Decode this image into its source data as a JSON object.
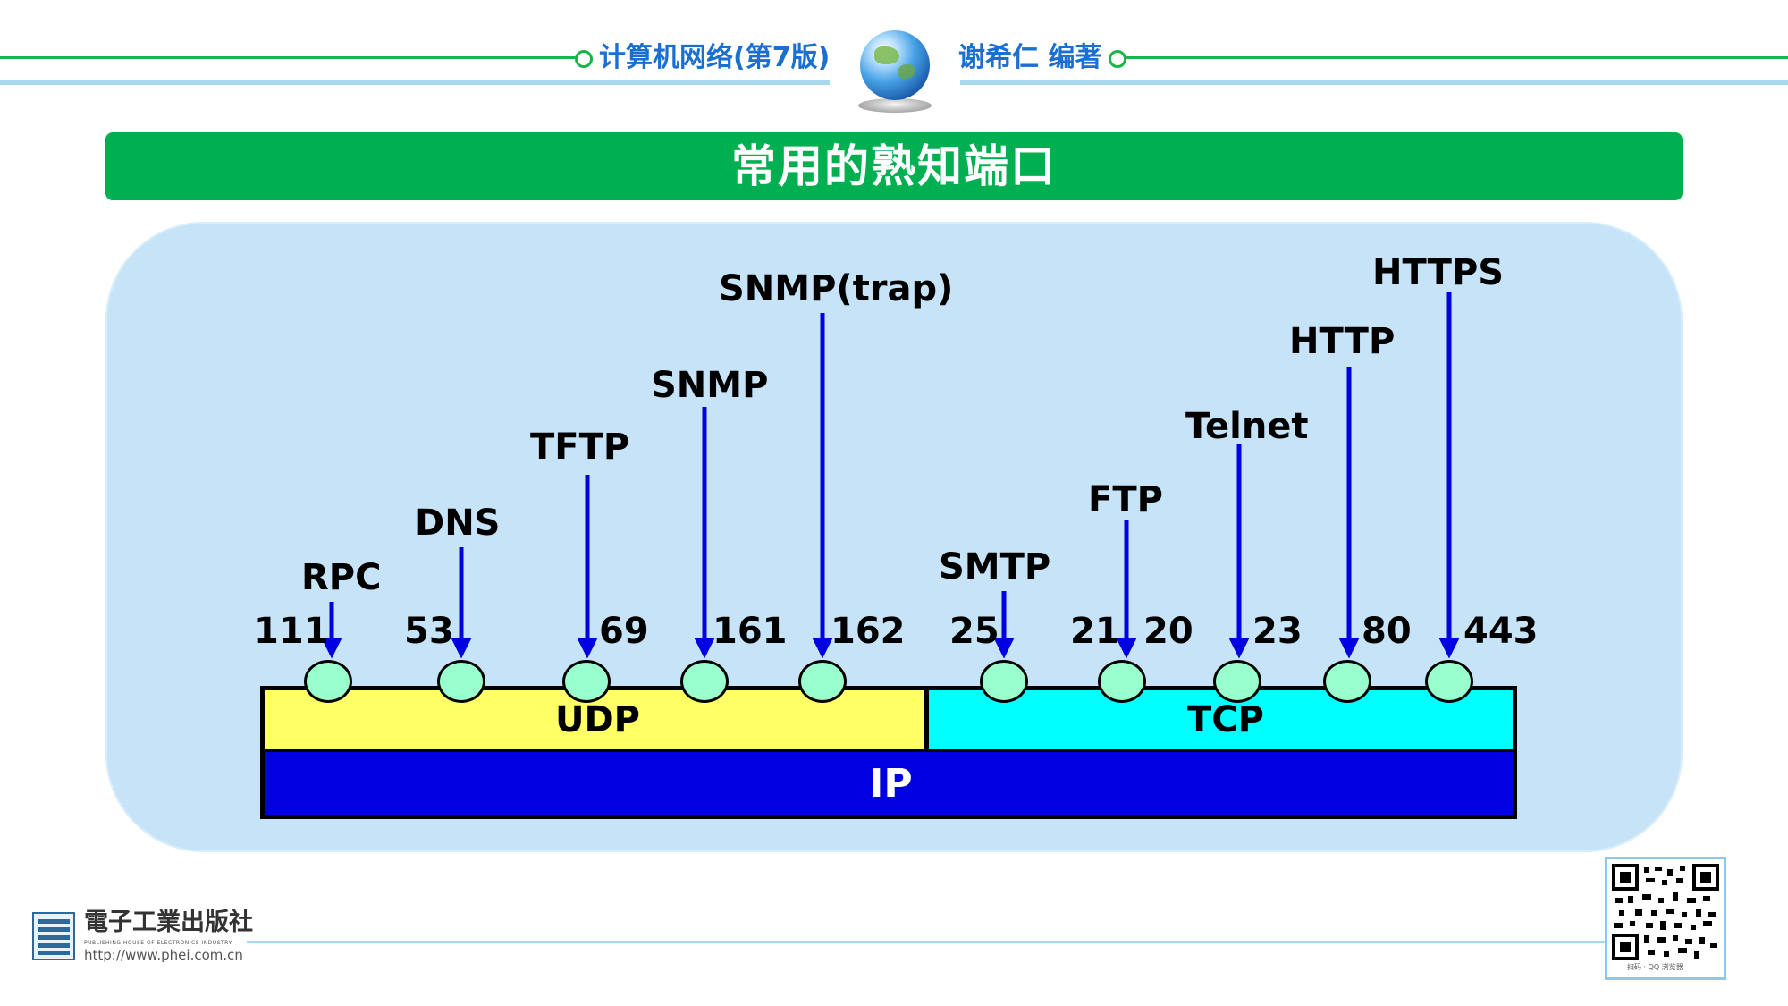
{
  "header": {
    "book_title": "计算机网络(第7版)",
    "author": "谢希仁 编著"
  },
  "title": "常用的熟知端口",
  "diagram": {
    "layers": {
      "udp": "UDP",
      "tcp": "TCP",
      "ip": "IP"
    },
    "udp_ports": [
      {
        "protocol": "RPC",
        "port": "111"
      },
      {
        "protocol": "DNS",
        "port": "53"
      },
      {
        "protocol": "TFTP",
        "port": "69"
      },
      {
        "protocol": "SNMP",
        "port": "161"
      },
      {
        "protocol": "SNMP(trap)",
        "port": "162"
      }
    ],
    "tcp_ports": [
      {
        "protocol": "SMTP",
        "port": "25"
      },
      {
        "protocol": "FTP",
        "port": "21",
        "extra_port": "20"
      },
      {
        "protocol": "Telnet",
        "port": "23"
      },
      {
        "protocol": "HTTP",
        "port": "80"
      },
      {
        "protocol": "HTTPS",
        "port": "443"
      }
    ]
  },
  "footer": {
    "publisher": "電子工業出版社",
    "publisher_en": "PUBLISHING HOUSE OF ELECTRONICS INDUSTRY",
    "url": "http://www.phei.com.cn",
    "qr_caption": "扫码 · QQ 浏览器"
  },
  "colors": {
    "accent_green": "#00b050",
    "header_blue": "#1a6fd0",
    "panel_bg": "#c6e3f7",
    "udp": "#ffff66",
    "tcp": "#00ffff",
    "ip": "#0000e0",
    "arrow": "#0000e0",
    "port_circle": "#99ffcc"
  }
}
